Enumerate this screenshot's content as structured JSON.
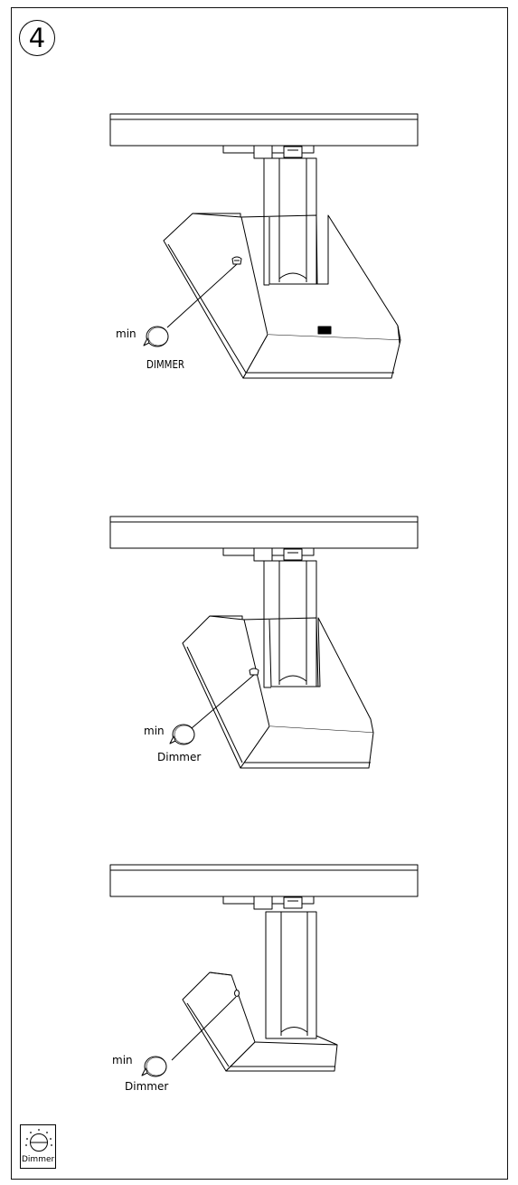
{
  "step_number": "4",
  "illustrations": [
    {
      "min_label": "min",
      "dimmer_label": "DIMMER"
    },
    {
      "min_label": "min",
      "dimmer_label": "Dimmer"
    },
    {
      "min_label": "min",
      "dimmer_label": "Dimmer"
    }
  ],
  "legend": {
    "label": "Dimmer"
  },
  "colors": {
    "line": "#000000",
    "background": "#ffffff"
  }
}
